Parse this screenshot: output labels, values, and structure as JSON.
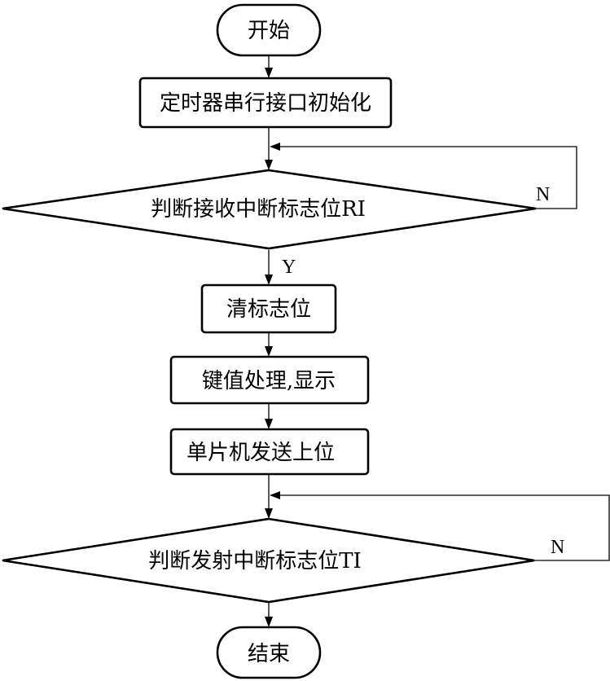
{
  "flowchart": {
    "start": "开始",
    "init": "定时器串行接口初始化",
    "check_ri": "判断接收中断标志位RI",
    "clear_flag": "清标志位",
    "key_process": "键值处理,显示",
    "send": "单片机发送上位",
    "check_ti": "判断发射中断标志位TI",
    "end": "结束",
    "yes_label": "Y",
    "no_label_ri": "N",
    "no_label_ti": "N"
  }
}
